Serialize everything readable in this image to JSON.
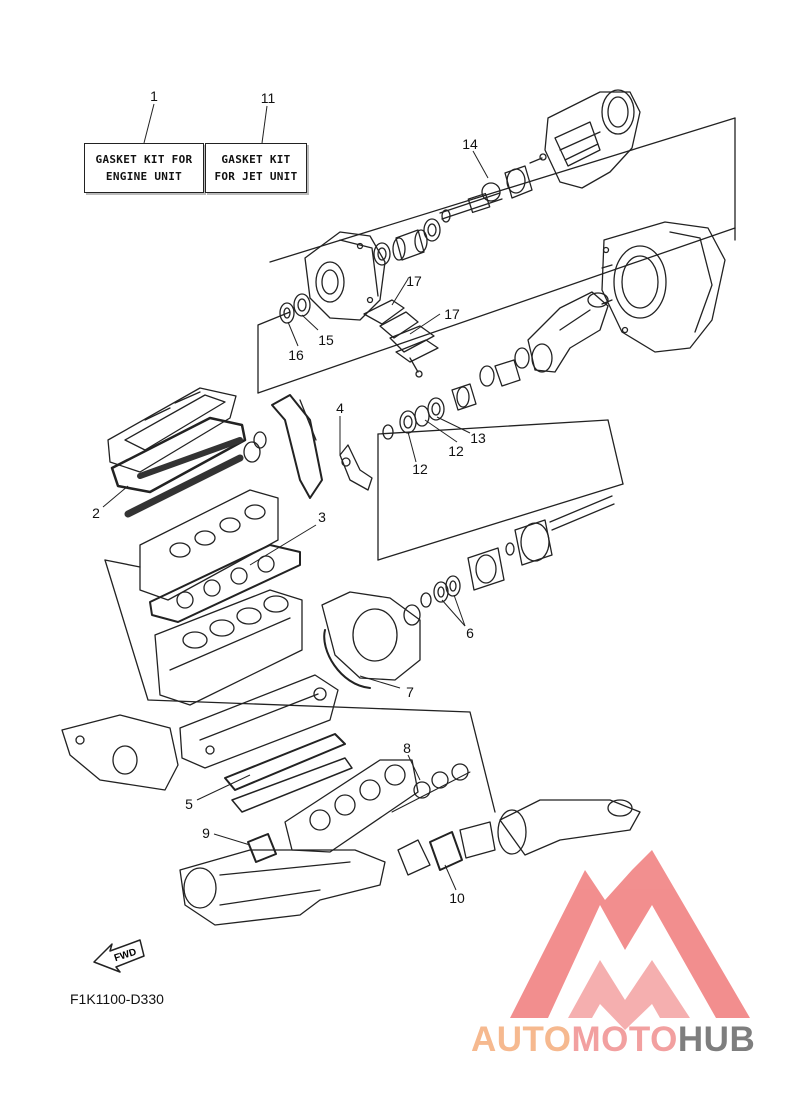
{
  "kits": {
    "engine": {
      "number": "1",
      "line1": "GASKET KIT FOR",
      "line2": "ENGINE UNIT"
    },
    "jet": {
      "number": "11",
      "line1": "GASKET KIT",
      "line2": "FOR JET UNIT"
    }
  },
  "callouts": [
    "2",
    "3",
    "4",
    "5",
    "6",
    "7",
    "8",
    "9",
    "10",
    "12",
    "12",
    "13",
    "14",
    "15",
    "16",
    "17",
    "17"
  ],
  "fwd_label": "FWD",
  "diagram_code": "F1K1100-D330",
  "watermark": {
    "part1": "AUTO",
    "part2": "MOTO",
    "part3": "HUB",
    "colors": {
      "auto": "#f6b98f",
      "moto": "#f2a0a0",
      "hub": "#7e7e7e",
      "triangle": "#f07b7b"
    }
  }
}
